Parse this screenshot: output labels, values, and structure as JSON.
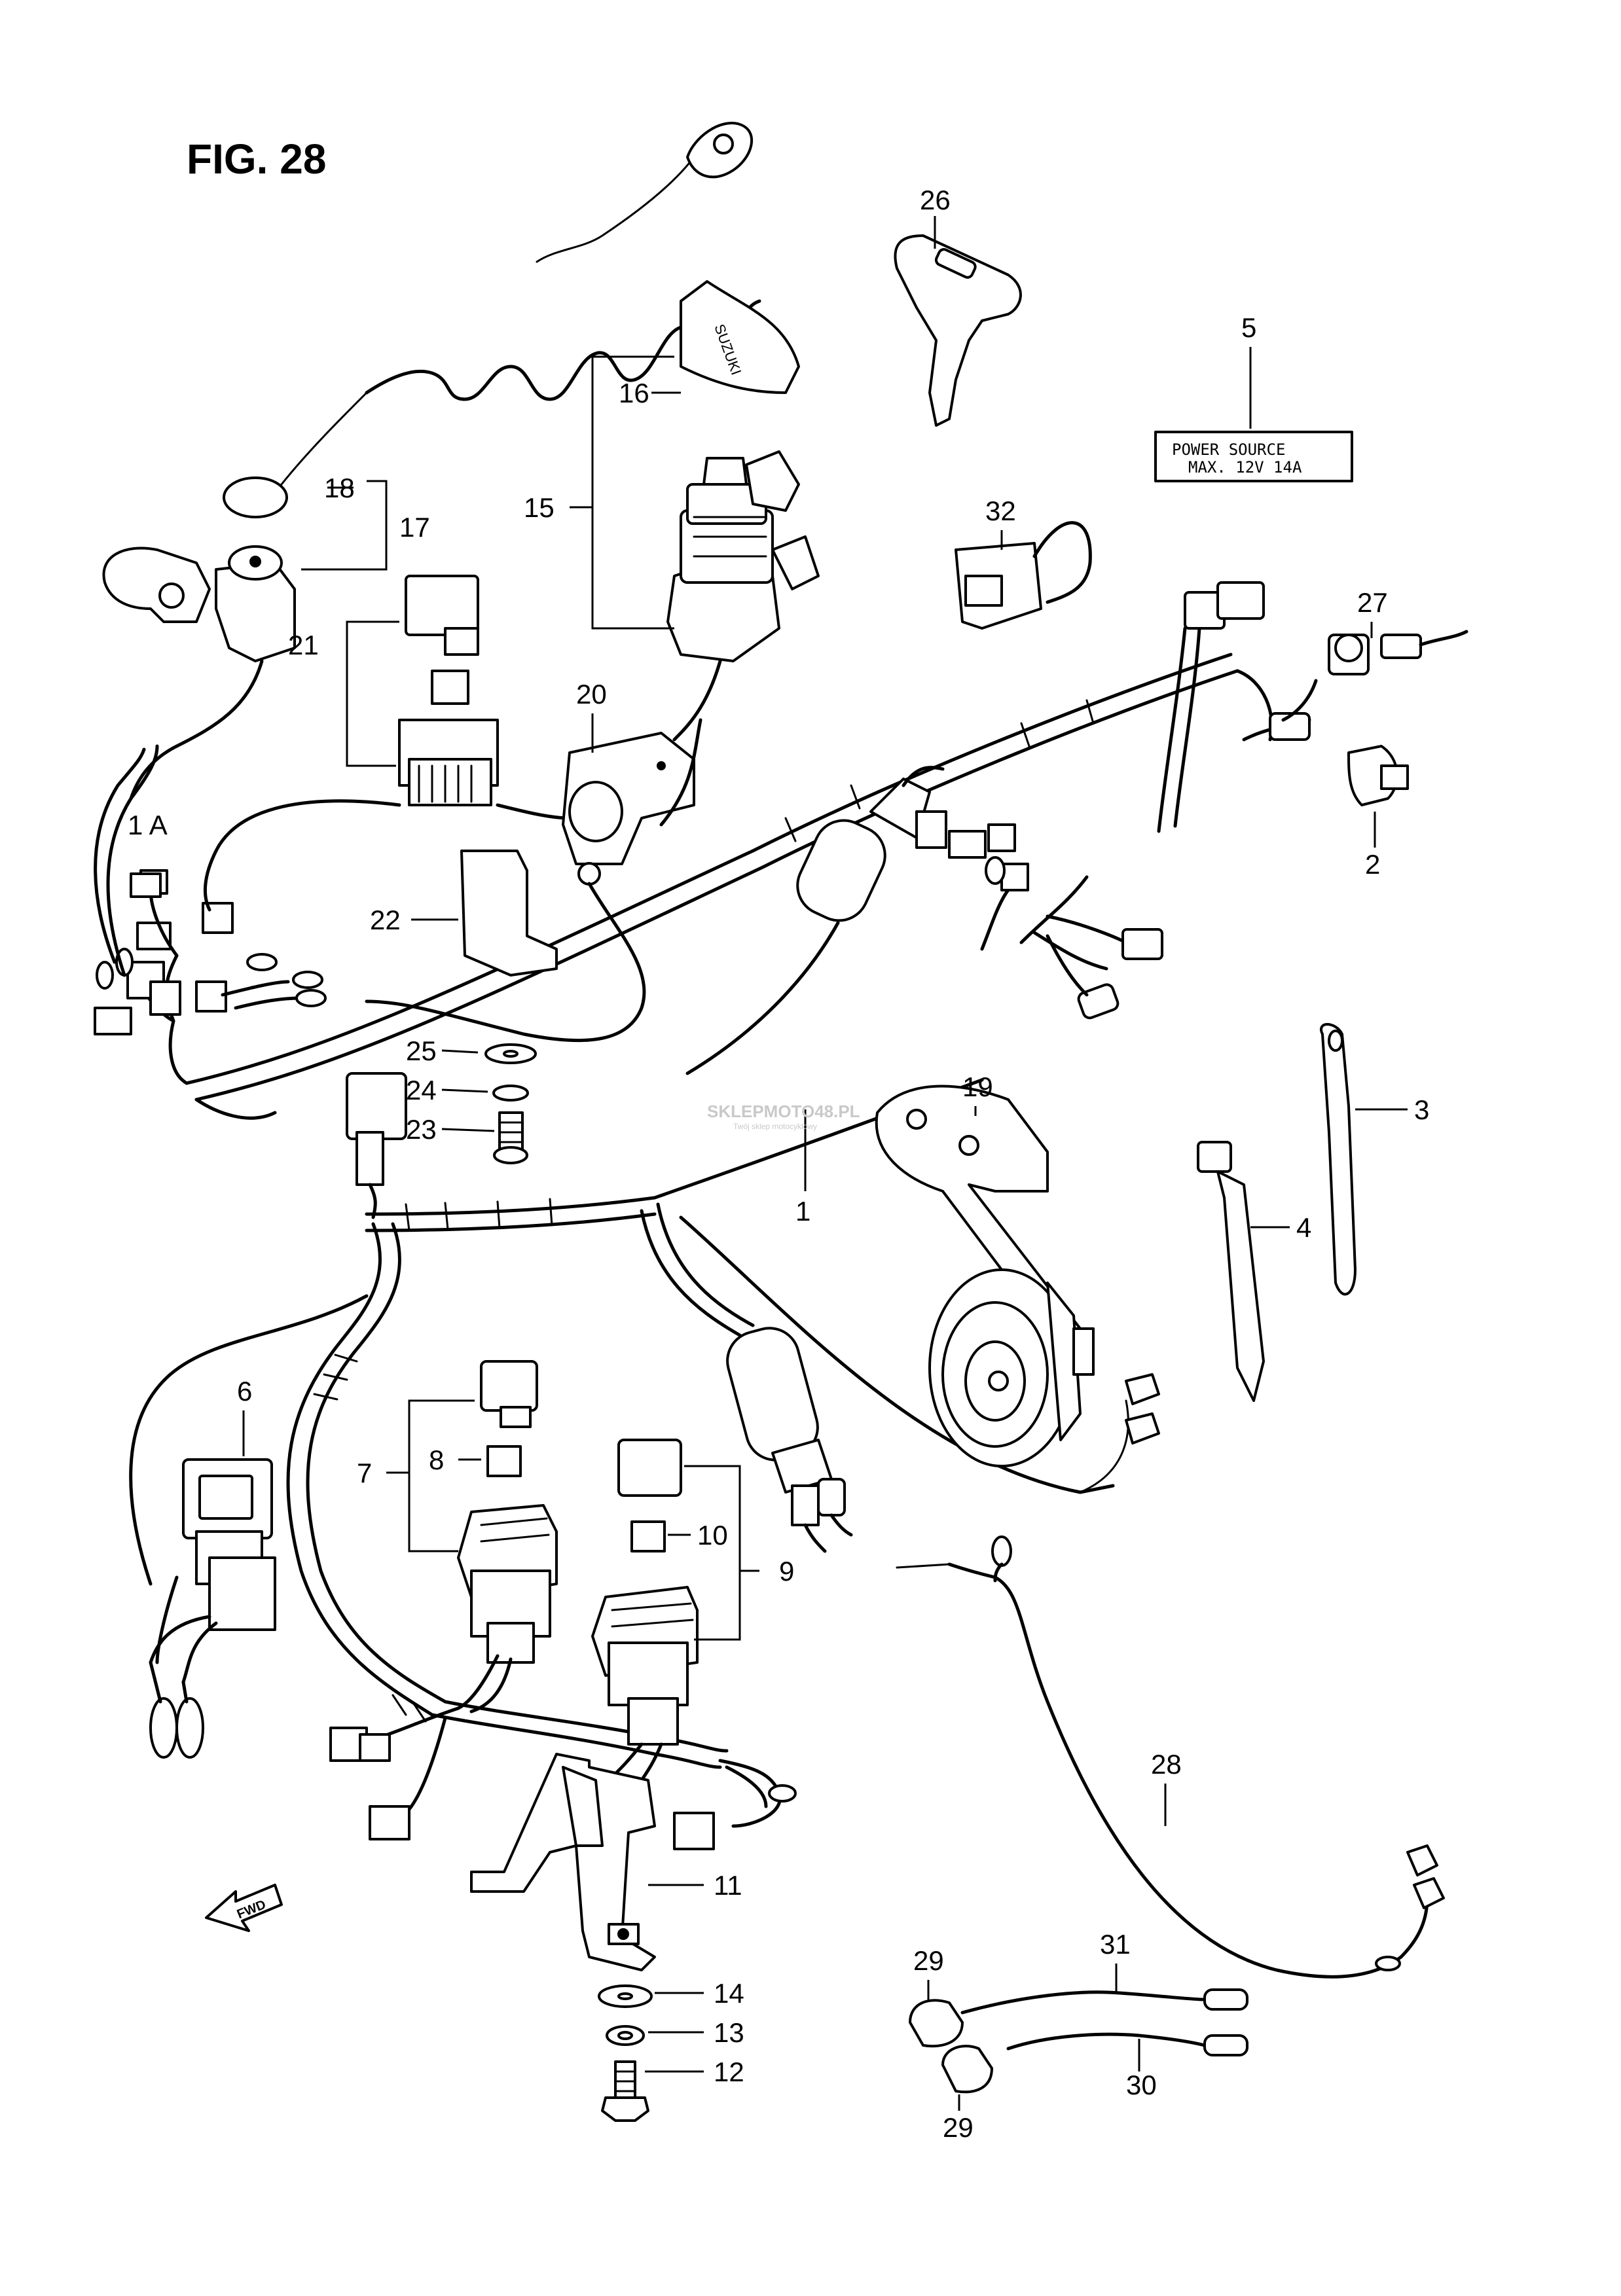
{
  "figure": {
    "title": "FIG. 28",
    "fwd_arrow": "FWD"
  },
  "labels": {
    "l1": "1",
    "l1a": "1 A",
    "l2": "2",
    "l3": "3",
    "l4": "4",
    "l5": "5",
    "l6": "6",
    "l7": "7",
    "l8": "8",
    "l9": "9",
    "l10": "10",
    "l11": "11",
    "l12": "12",
    "l13": "13",
    "l14": "14",
    "l15": "15",
    "l16": "16",
    "l17": "17",
    "l18": "18",
    "l19": "19",
    "l20": "20",
    "l21": "21",
    "l22": "22",
    "l23": "23",
    "l24": "24",
    "l25": "25",
    "l26": "26",
    "l27": "27",
    "l28": "28",
    "l29a": "29",
    "l29b": "29",
    "l30": "30",
    "l31": "31",
    "l32": "32"
  },
  "power_plate": {
    "line1": "POWER  SOURCE",
    "line2": "MAX.  12V  14A"
  },
  "key_cap_brand": "SUZUKI",
  "watermark": {
    "main": "SKLEPMOTO48.PL",
    "sub": "Twój sklep motocyklowy"
  }
}
